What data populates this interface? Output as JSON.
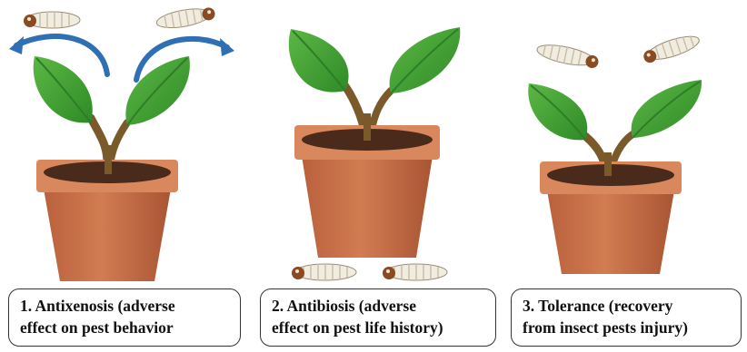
{
  "panels": [
    {
      "id": "antixenosis",
      "caption_line1": "1. Antixenosis (adverse",
      "caption_line2": "effect on pest behavior"
    },
    {
      "id": "antibiosis",
      "caption_line1": "2. Antibiosis (adverse",
      "caption_line2": "effect on pest life history)"
    },
    {
      "id": "tolerance",
      "caption_line1": "3. Tolerance (recovery",
      "caption_line2": "from insect pests  injury)"
    }
  ],
  "colors": {
    "pot": "#c8704a",
    "pot_rim": "#d9875c",
    "soil": "#4a2a1b",
    "leaf": "#4aa33a",
    "leaf_dark": "#2f7d27",
    "stem": "#7a5a2a",
    "arrow": "#2f6fb3",
    "larva": "#f1ece0",
    "larva_head": "#8a4a22"
  },
  "icons": [
    "potted-plant-icon",
    "larva-icon",
    "curved-arrow-icon"
  ]
}
